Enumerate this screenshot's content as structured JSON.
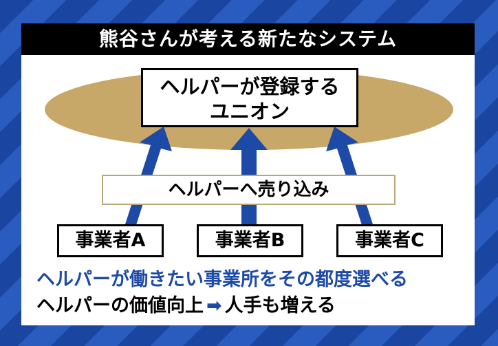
{
  "title": "熊谷さんが考える新たなシステム",
  "union_box": {
    "line1": "ヘルパーが登録する",
    "line2": "ユニオン"
  },
  "middle_label": "ヘルパーへ売り込み",
  "businesses": [
    {
      "label": "事業者A"
    },
    {
      "label": "事業者B"
    },
    {
      "label": "事業者C"
    }
  ],
  "benefits": {
    "line1": "ヘルパーが働きたい事業所をその都度選べる",
    "line2_part1": "ヘルパーの価値向上",
    "line2_arrow": "➡",
    "line2_part2": "人手も増える"
  },
  "colors": {
    "accent_blue": "#1d4aa6",
    "ellipse": "#c8a868",
    "title_bg": "#000000"
  }
}
